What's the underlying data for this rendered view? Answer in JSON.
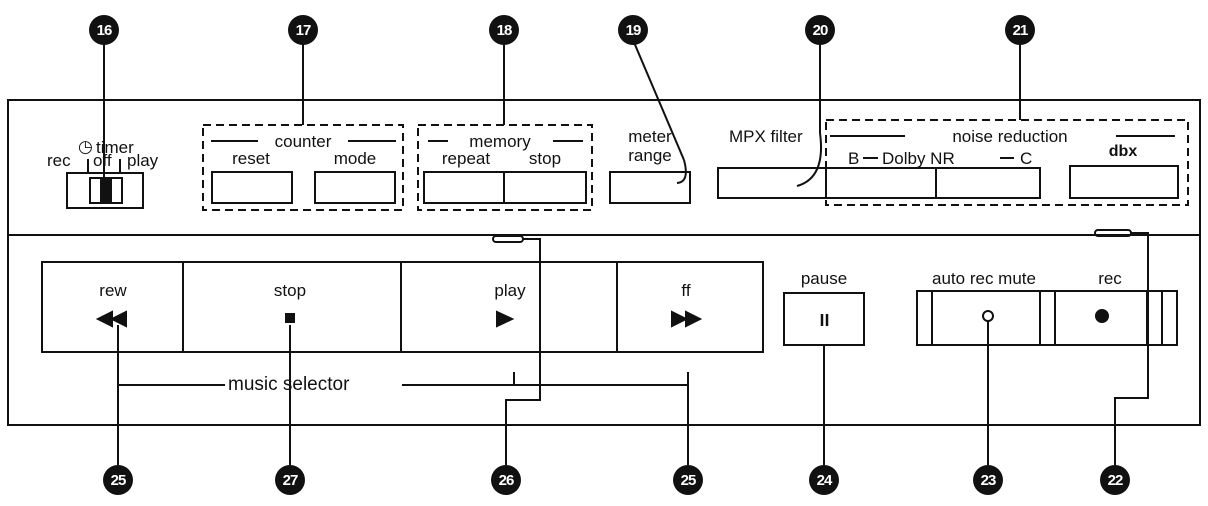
{
  "callouts": [
    "16",
    "17",
    "18",
    "19",
    "20",
    "21",
    "22",
    "23",
    "24",
    "25",
    "26",
    "25",
    "27"
  ],
  "timer": {
    "label": "timer",
    "rec": "rec",
    "off": "off",
    "play": "play"
  },
  "counter": {
    "title": "counter",
    "reset": "reset",
    "mode": "mode"
  },
  "memory": {
    "title": "memory",
    "repeat": "repeat",
    "stop": "stop"
  },
  "meter": {
    "line1": "meter",
    "line2": "range"
  },
  "mpx": {
    "label": "MPX filter"
  },
  "noise": {
    "title": "noise reduction",
    "b": "B",
    "dolby": "Dolby NR",
    "c": "C",
    "dbx": "dbx"
  },
  "transport": {
    "rew": "rew",
    "stop": "stop",
    "play": "play",
    "ff": "ff"
  },
  "music_selector": "music selector",
  "right": {
    "pause": "pause",
    "auto_rec_mute": "auto rec mute",
    "rec": "rec"
  }
}
